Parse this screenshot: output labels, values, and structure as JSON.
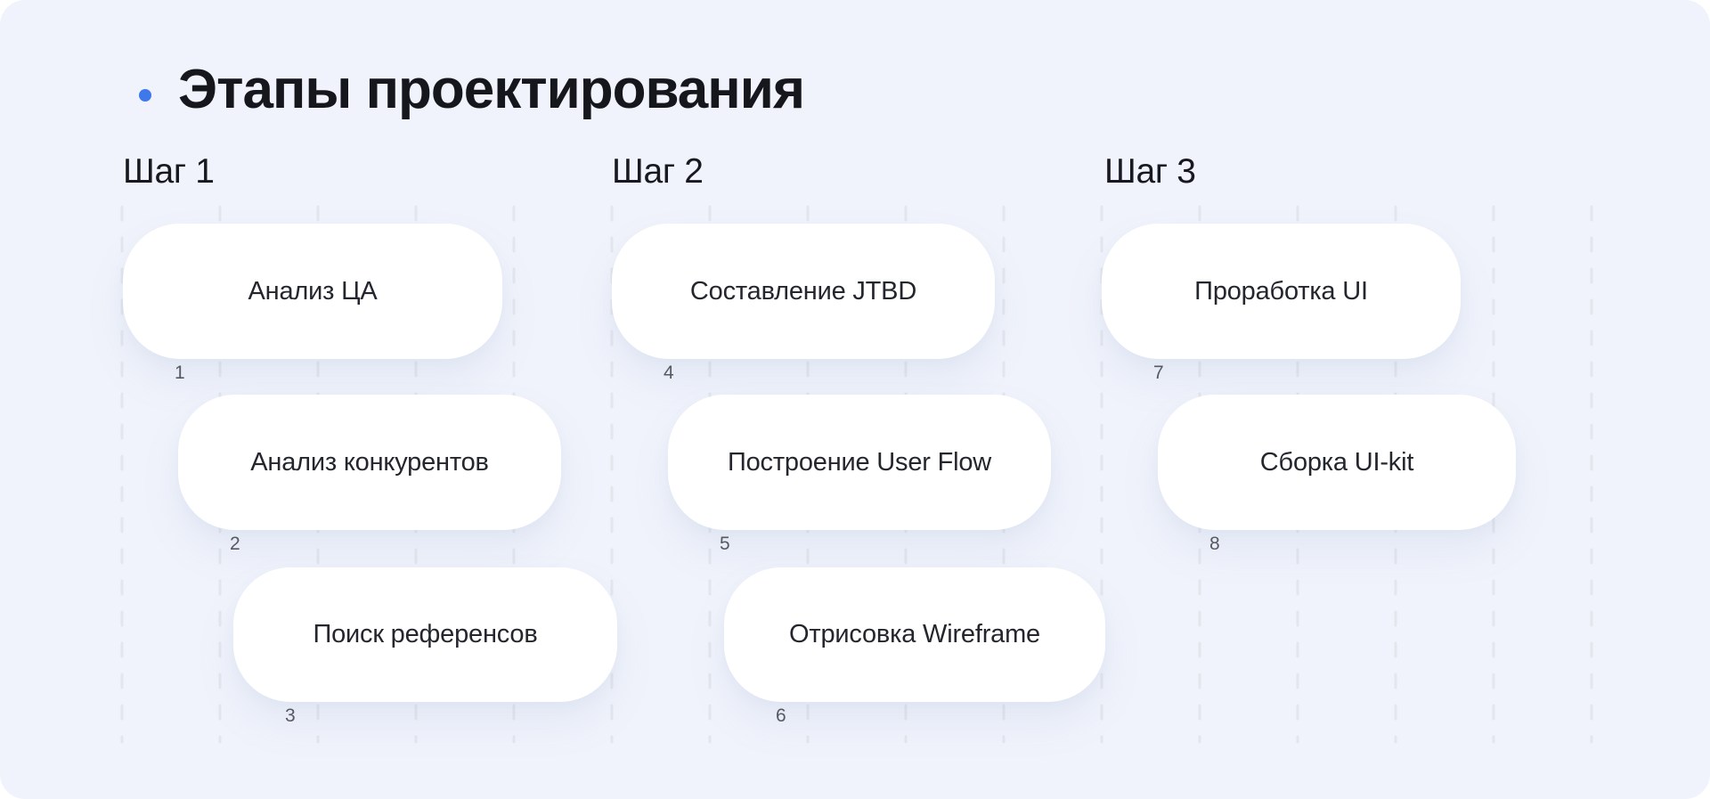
{
  "slide": {
    "title": "Этапы проектирования",
    "accent_color": "#3E78EA",
    "background_color": "#F0F3FB",
    "card_color": "#FFFFFF",
    "steps": [
      {
        "label": "Шаг 1",
        "cards": [
          {
            "number": "1",
            "text": "Анализ ЦА"
          },
          {
            "number": "2",
            "text": "Анализ конкурентов"
          },
          {
            "number": "3",
            "text": "Поиск референсов"
          }
        ]
      },
      {
        "label": "Шаг 2",
        "cards": [
          {
            "number": "4",
            "text": "Составление JTBD"
          },
          {
            "number": "5",
            "text": "Построение User Flow"
          },
          {
            "number": "6",
            "text": "Отрисовка Wireframe"
          }
        ]
      },
      {
        "label": "Шаг 3",
        "cards": [
          {
            "number": "7",
            "text": "Проработка UI"
          },
          {
            "number": "8",
            "text": "Сборка UI-kit"
          }
        ]
      }
    ]
  }
}
